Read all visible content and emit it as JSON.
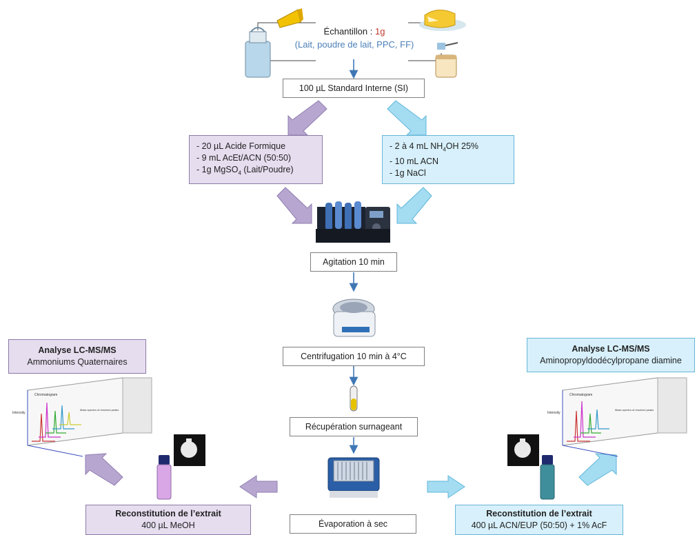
{
  "sample": {
    "label": "Échantillon : ",
    "mass": "1g",
    "matrices": "(Lait, poudre de lait, PPC, FF)"
  },
  "steps": {
    "internal_standard": "100 µL Standard Interne (SI)",
    "agitation": "Agitation 10 min",
    "centrifugation": "Centrifugation 10 min à 4°C",
    "supernatant": "Récupération surnageant",
    "evaporation": "Évaporation à sec"
  },
  "left_branch": {
    "reagents": [
      "- 20 µL Acide Formique",
      "- 9 mL AcEt/ACN (50:50)",
      "- 1g MgSO",
      "4",
      " (Lait/Poudre)"
    ],
    "reconstitution_title": "Reconstitution de l’extrait",
    "reconstitution_detail": "400 µL MeOH",
    "analysis_title": "Analyse LC-MS/MS",
    "analysis_detail": "Ammoniums Quaternaires"
  },
  "right_branch": {
    "reagents": [
      "- 2 à 4 mL NH",
      "4",
      "OH 25%",
      "- 10 mL ACN",
      "- 1g NaCl"
    ],
    "reconstitution_title": "Reconstitution de l’extrait",
    "reconstitution_detail": "400 µL ACN/EUP (50:50) + 1% AcF",
    "analysis_title": "Analyse LC-MS/MS",
    "analysis_detail": "Aminopropyldodécylpropane diamine"
  },
  "chromatogram_labels": {
    "intensity": "Intensity",
    "chromatogram": "Chromatogram",
    "mass_spectra": "Mass spectra of resolved peaks"
  },
  "colors": {
    "purple_fill": "#e6ddef",
    "blue_fill": "#d7f0fb",
    "flow_arrow": "#3f78b5",
    "purple_arrow": "#b7a7d0",
    "blue_arrow": "#a4dcf2"
  }
}
